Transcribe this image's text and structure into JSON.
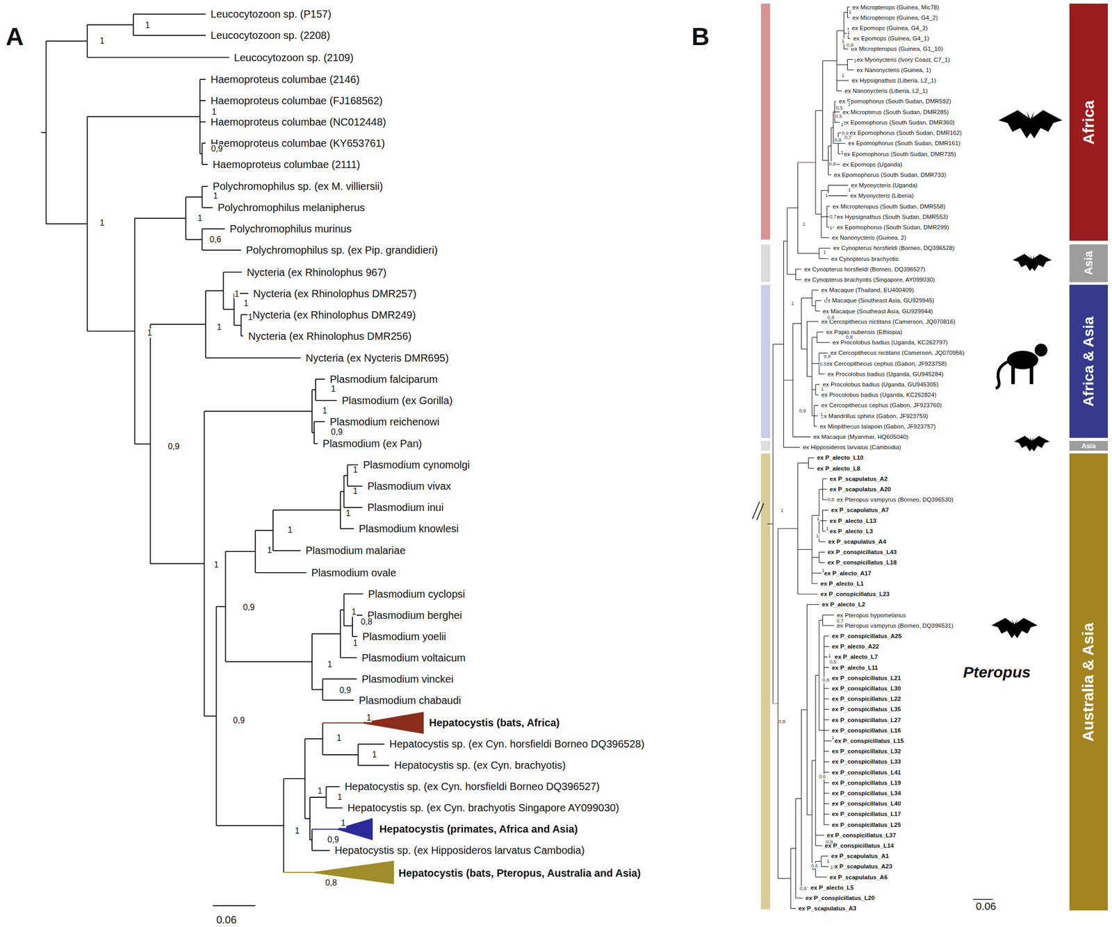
{
  "diagram": {
    "nodes": [
      {
        "text": [
          "Africa"
        ]
      },
      {
        "text": [
          "Asia"
        ]
      },
      {
        "text": [
          "Africa & Asia"
        ]
      },
      {
        "text": [
          "Asia"
        ]
      },
      {
        "text": [
          "Australia & Asia"
        ]
      }
    ],
    "labels": [
      "A",
      "Leucocytozoon sp. (P157)",
      "Leucocytozoon sp. (2208)",
      "Leucocytozoon sp. (2109)",
      "Haemoproteus columbae (2146)",
      "Haemoproteus columbae (FJ168562)",
      "Haemoproteus columbae (NC012448)",
      "Haemoproteus columbae (KY653761)",
      "Haemoproteus columbae (2111)",
      "Polychromophilus sp. (ex M. villiersii)",
      "Polychromophilus melanipherus",
      "Polychromophilus murinus",
      "Polychromophilus sp. (ex Pip. grandidieri)",
      "Nycteria (ex Rhinolophus 967)",
      "Nycteria (ex Rhinolophus DMR257)",
      "Nycteria (ex Rhinolophus DMR249)",
      "Nycteria (ex Rhinolophus DMR256)",
      "Nycteria (ex Nycteris DMR695)",
      "Plasmodium falciparum",
      "Plasmodium (ex Gorilla)",
      "Plasmodium reichenowi",
      "Plasmodium (ex Pan)",
      "Plasmodium cynomolgi",
      "Plasmodium vivax",
      "Plasmodium inui",
      "Plasmodium knowlesi",
      "Plasmodium malariae",
      "Plasmodium ovale",
      "Plasmodium cyclopsi",
      "Plasmodium berghei",
      "Plasmodium yoelii",
      "Plasmodium voltaicum",
      "Plasmodium vinckei",
      "Plasmodium chabaudi",
      "Hepatocystis sp. (ex Cyn. horsfieldi Borneo DQ396528)",
      "Hepatocystis sp. (ex Cyn. brachyotis)",
      "Hepatocystis sp. (ex Cyn. horsfieldi Borneo DQ396527)",
      "Hepatocystis sp. (ex Cyn. brachyotis Singapore AY099030)",
      "Hepatocystis sp. (ex Hipposideros larvatus Cambodia)",
      "Hepatocystis (bats, Africa)",
      "Hepatocystis (primates, Africa and Asia)",
      "Hepatocystis (bats, Pteropus, Australia and Asia)",
      "1",
      "1",
      "1",
      "0,9",
      "1",
      "1",
      "1",
      "0,6",
      "1",
      "1",
      "1",
      "1",
      "1",
      "0,9",
      "1",
      "1",
      "0,9",
      "1",
      "1",
      "1",
      "1",
      "1",
      "1",
      "0,9",
      "1",
      "0,8",
      "1",
      "1",
      "0,9",
      "0,9",
      "1",
      "1",
      "1",
      "1",
      "1",
      "1",
      "0,9",
      "1",
      "0,8",
      "0.06",
      "B",
      "ex Micropterops (Guinea, Mic78)",
      "ex Micropterops (Guinea, G4_2)",
      "ex Epomops (Guinea, G4_2)",
      "ex Epomops (Guinea, G4_1)",
      "ex Micropteropus (Guinea, G1_10)",
      "ex Myonycteris (Ivory Coast, C7_1)",
      "ex Nanonycteris (Guinea, 1)",
      "ex Hypsignathus (Liberia, L2_1)",
      "ex Nanonycteris (Liberia, L2_1)",
      "ex Epomophorus (South Sudan, DMR592)",
      "ex Micropterus (South Sudan, DMR285)",
      "ex Epomophorus (South Sudan, DMR360)",
      "ex Epomophorus (South Sudan, DMR162)",
      "ex Epomophorus (South Sudan, DMR161)",
      "ex Epomophorus (South Sudan, DMR735)",
      "ex Epomops (Uganda)",
      "ex Epomophorus (South Sudan, DMR733)",
      "ex Myonycteris (Uganda)",
      "ex Myonycteris (Liberia)",
      "ex Micropteropus (South Sudan, DMR558)",
      "ex Hypsignathus (South Sudan, DMR553)",
      "ex Epomophorus (South Sudan, DMR299)",
      "ex Nanonycteris (Guinea, 2)",
      "ex Cynopterus horsfieldi (Borneo, DQ396528)",
      "ex Cynopterus brachyotis",
      "ex Cynopterus horsfieldi (Borneo, DQ396527)",
      "ex Cynopterus brachyotis (Singapore, AY099030)",
      "ex Macaque (Thailand, EU400409)",
      "ex Macaque (Southeast Asia, GU929945)",
      "ex Macaque (Southeast Asia, GU929944)",
      "ex Cercopithecus nictitans (Cameroon, JQ070816)",
      "ex Papio nubensis (Ethiopia)",
      "ex Procolobus badius (Uganda, KC262797)",
      "ex Cercopithecus nictitans (Cameroon, JQ070956)",
      "ex Cercopithecus cephus (Gabon, JF923758)",
      "ex Procolobus badius (Uganda, GU945284)",
      "ex Procolobus badius (Uganda, GU945305)",
      "ex Procolobus badius (Uganda, KC262824)",
      "ex Cercopithecus cephus (Gabon, JF923760)",
      "ex Mandrillus sphinx (Gabon, JF923759)",
      "ex Miopithecus talapoin (Gabon, JF923757)",
      "ex Macaque (Myanmar, HQ605040)",
      "ex Hipposideros larvatus (Cambodia)",
      "ex P_alecto_L10",
      "ex P_alecto_L8",
      "ex P_scapulatus_A2",
      "ex P_scapulatus_A20",
      "ex Pteropus vampyrus (Borneo, DQ396530)",
      "ex P_scapulatus_A7",
      "ex P_alecto_L13",
      "ex P_alecto_L3",
      "ex P_scapulatus_A4",
      "ex P_conspicillatus_L43",
      "ex P_conspicillatus_L18",
      "ex P_alecto_A17",
      "ex P_alecto_L1",
      "ex P_conspicillatus_L23",
      "ex P_alecto_L2",
      "ex Pteropus hypomelanus",
      "ex Pteropus vampyrus (Borneo, DQ396531)",
      "ex P_conspicillatus_A25",
      "ex P_alecto_A22",
      "ex P_alecto_L7",
      "ex P_alecto_L11",
      "ex P_conspicillatus_L21",
      "ex P_conspicillatus_L30",
      "ex P_conspicillatus_L22",
      "ex P_conspicillatus_L35",
      "ex P_conspicillatus_L27",
      "ex P_conspicillatus_L16",
      "ex P_conspicillatus_L15",
      "ex P_conspicillatus_L32",
      "ex P_conspicillatus_L33",
      "ex P_conspicillatus_L41",
      "ex P_conspicillatus_L19",
      "ex P_conspicillatus_L34",
      "ex P_conspicillatus_L40",
      "ex P_conspicillatus_L17",
      "ex P_conspicillatus_L25",
      "ex P_conspicillatus_L37",
      "ex P_conspicillatus_L14",
      "ex P_scapulatus_A1",
      "ex P_scapulatus_A23",
      "ex P_scapulatus_A6",
      "ex P_alecto_L5",
      "ex P_conspicillatus_L20",
      "ex P_scapulatus_A3",
      "1",
      "1",
      "0,8",
      "1",
      "1",
      "1",
      "1",
      "0,5",
      "0,5",
      "1",
      "0,9",
      "0,7",
      "0,8",
      "1",
      "0,8",
      "1",
      "1",
      "0,7",
      "1",
      "1",
      "1",
      "1",
      "1",
      "0,8",
      "0,8",
      "0,8",
      "0,5",
      "1",
      "1",
      "0,9",
      "0,8",
      "1",
      "1",
      "1",
      "1",
      "1",
      "0,7",
      "1",
      "0,5",
      "0,8",
      "1",
      "0,6",
      "0,8",
      "0,6",
      "1",
      "1",
      "0,6",
      "0,8",
      "0.06",
      "Pteropus"
    ]
  }
}
